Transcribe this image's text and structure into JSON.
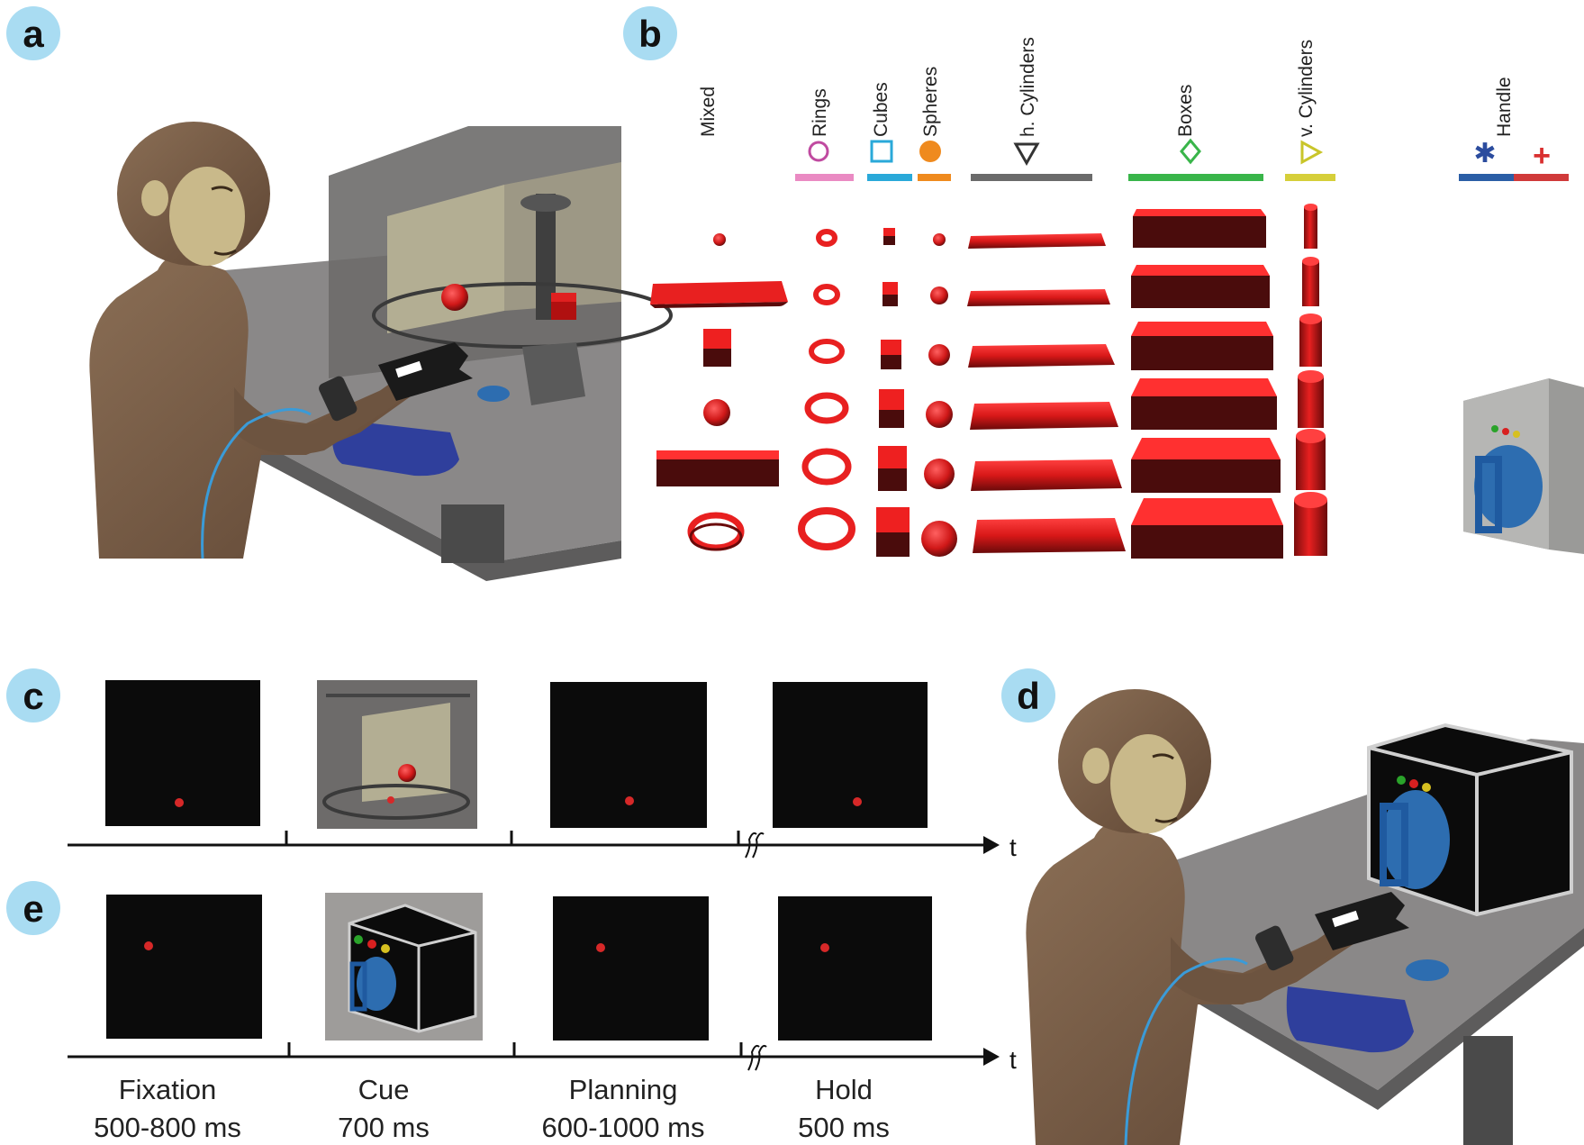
{
  "panels": [
    "a",
    "b",
    "c",
    "d",
    "e"
  ],
  "panel_b": {
    "groups": [
      {
        "label": "Mixed",
        "marker": "",
        "bar_color": ""
      },
      {
        "label": "Rings",
        "marker": "circle",
        "marker_color": "#c04aa0",
        "bar_color": "#ea8ac3"
      },
      {
        "label": "Cubes",
        "marker": "square",
        "marker_color": "#2aa9d9",
        "bar_color": "#2aa9d9"
      },
      {
        "label": "Spheres",
        "marker": "filled-circle",
        "marker_color": "#ef8a1e",
        "bar_color": "#ef8a1e"
      },
      {
        "label": "h. Cylinders",
        "marker": "triangle-down",
        "marker_color": "#333333",
        "bar_color": "#6b6b6b"
      },
      {
        "label": "Boxes",
        "marker": "diamond",
        "marker_color": "#39b54a",
        "bar_color": "#39b54a"
      },
      {
        "label": "v. Cylinders",
        "marker": "triangle-right",
        "marker_color": "#c9c52a",
        "bar_color": "#d6cf3a"
      },
      {
        "label": "Handle",
        "marker": "asterisk-plus",
        "marker_color": "#2b4c9e",
        "bar_color": "#2b5ea6"
      }
    ],
    "handle_markers": {
      "left": "✱",
      "right": "+",
      "left_color": "#2b4c9e",
      "right_color": "#d93030"
    },
    "object_color": "#e82020"
  },
  "timeline": {
    "axis_label": "t",
    "phases": [
      {
        "name": "Fixation",
        "duration": "500-800 ms"
      },
      {
        "name": "Cue",
        "duration": "700 ms"
      },
      {
        "name": "Planning",
        "duration": "600-1000 ms"
      },
      {
        "name": "Hold",
        "duration": "500 ms"
      }
    ]
  },
  "colors": {
    "badge": "#a9dcf2",
    "fur": "#7a5f48",
    "face": "#c9b98a",
    "table": "#8a8888",
    "screen": "#0b0b0b",
    "fixation_dot": "#d62828",
    "handle_blue": "#2d6db0"
  },
  "icons": [
    "monkey-illustration",
    "turntable-apparatus",
    "handle-box",
    "glove-icon",
    "fixation-dot-icon"
  ]
}
